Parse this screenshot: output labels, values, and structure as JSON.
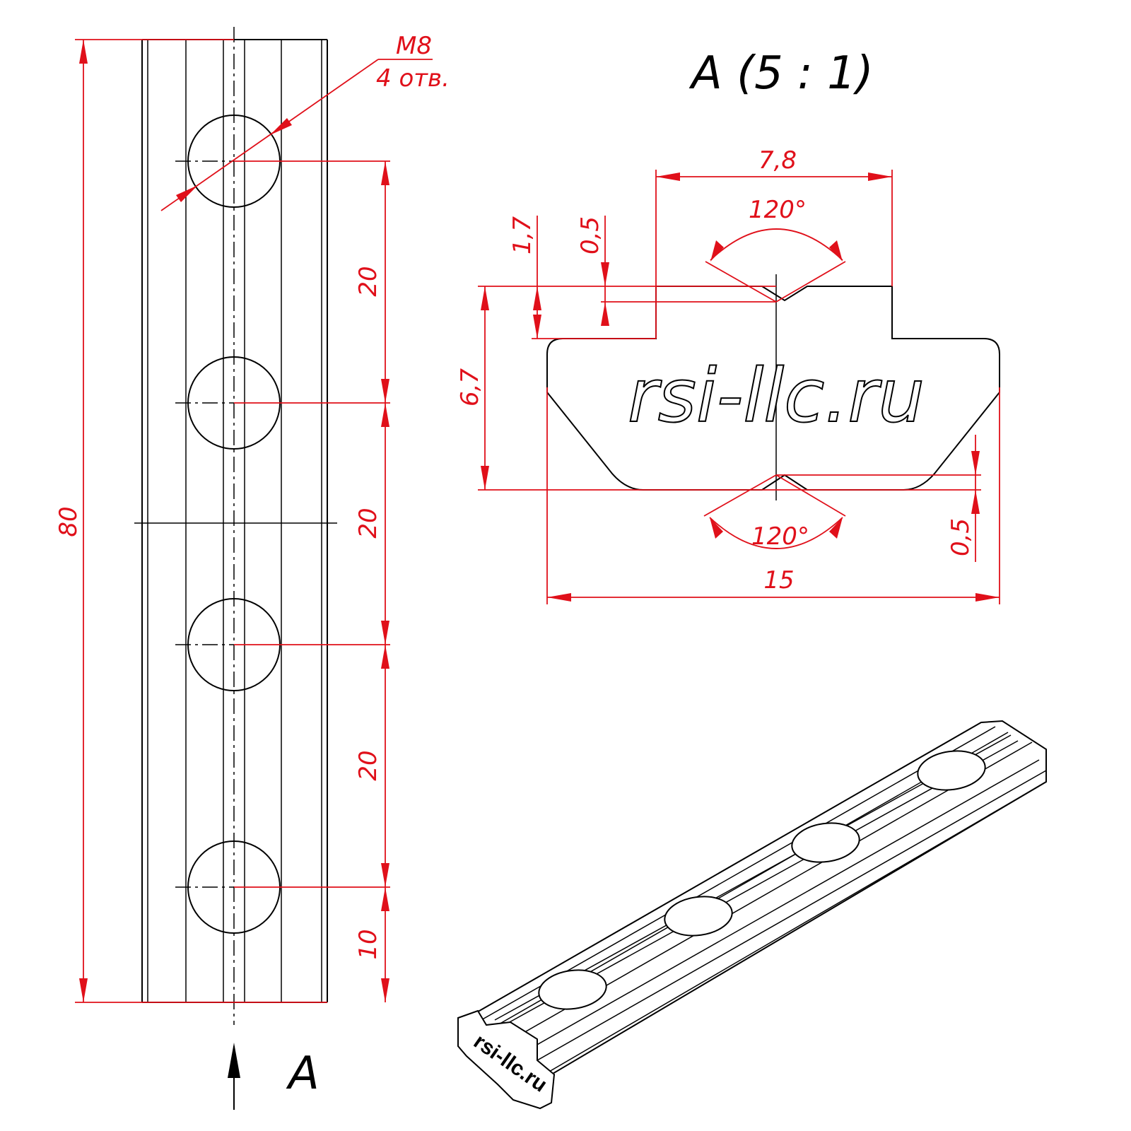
{
  "labels": {
    "overall_length": "80",
    "pitch_1": "20",
    "pitch_2": "20",
    "pitch_3": "20",
    "edge_offset": "10",
    "thread_size": "M8",
    "hole_count": "4 отв.",
    "view_arrow_label": "A",
    "section_title": "A (5 : 1)",
    "top_width": "7,8",
    "angle_top": "120°",
    "angle_bottom": "120°",
    "step_height": "1,7",
    "groove_depth_top": "0,5",
    "total_height": "6,7",
    "groove_depth_bottom": "0,5",
    "base_width": "15"
  },
  "watermark": {
    "section": "rsi-llc.ru",
    "isometric": "rsi-llc.ru"
  },
  "colors": {
    "geometry": "#000000",
    "dimensions": "#e0101a"
  }
}
